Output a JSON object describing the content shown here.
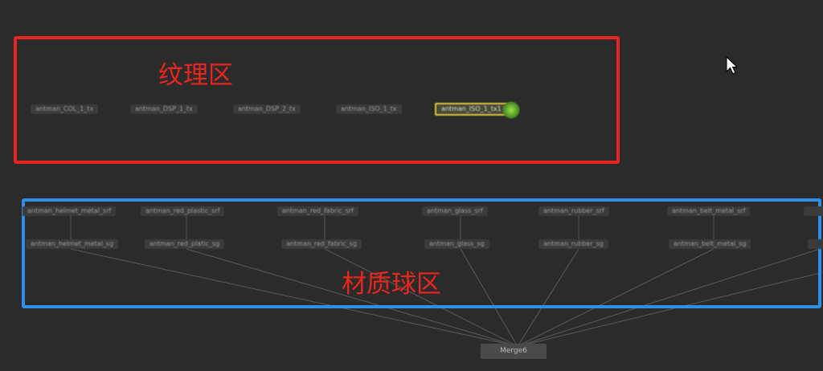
{
  "annotations": {
    "texture_zone": "纹理区",
    "material_zone": "材质球区",
    "texture_color": "#e8261f",
    "material_color": "#2f8fe6"
  },
  "texture_nodes": [
    "antman_COL_1_tx",
    "antman_DSP_1_tx",
    "antman_DSP_2_tx",
    "antman_ISO_1_tx",
    "antman_ISO_1_tx1"
  ],
  "surface_nodes": [
    "antman_helmet_metal_srf",
    "antman_red_plastic_srf",
    "antman_red_fabric_srf",
    "antman_glass_srf",
    "antman_rubber_srf",
    "antman_belt_metal_srf"
  ],
  "shading_groups": [
    "antman_helmet_metal_sg",
    "antman_red_platic_sg",
    "antman_red_fabric_sg",
    "antman_glass_sg",
    "antman_rubber_sg",
    "antman_belt_metal_sg"
  ],
  "merge_node": "Merge6"
}
